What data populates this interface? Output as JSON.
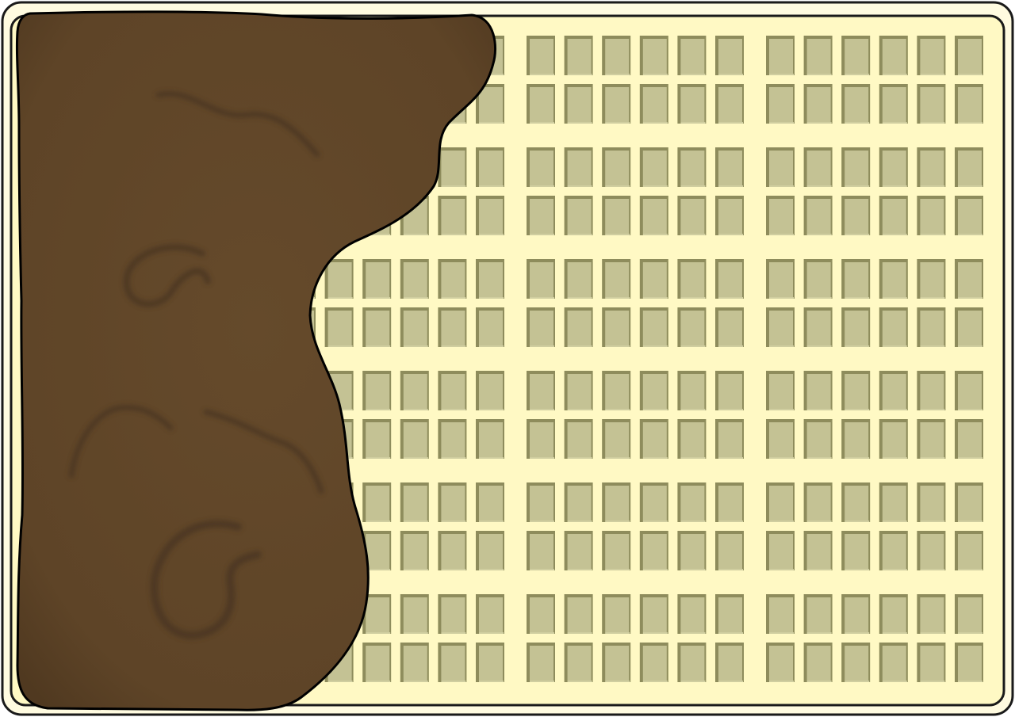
{
  "board": {
    "frame_color": "#1a1a1a",
    "outer_fill": "#fffbe0",
    "surface_color": "#fff9c4",
    "blocks": {
      "rows": 6,
      "columns": 3
    },
    "block": {
      "rows": 2,
      "columns": 6
    },
    "cell": {
      "face_color": "#c4c294",
      "shadow_color": "#8e8c5c",
      "highlight_color": "#e6e4b6"
    }
  },
  "obstruction": {
    "icon": "dirt-mud-patch",
    "fill_color": "#5e4427",
    "outline_color": "#000000",
    "detail_color": "#4a3420"
  }
}
